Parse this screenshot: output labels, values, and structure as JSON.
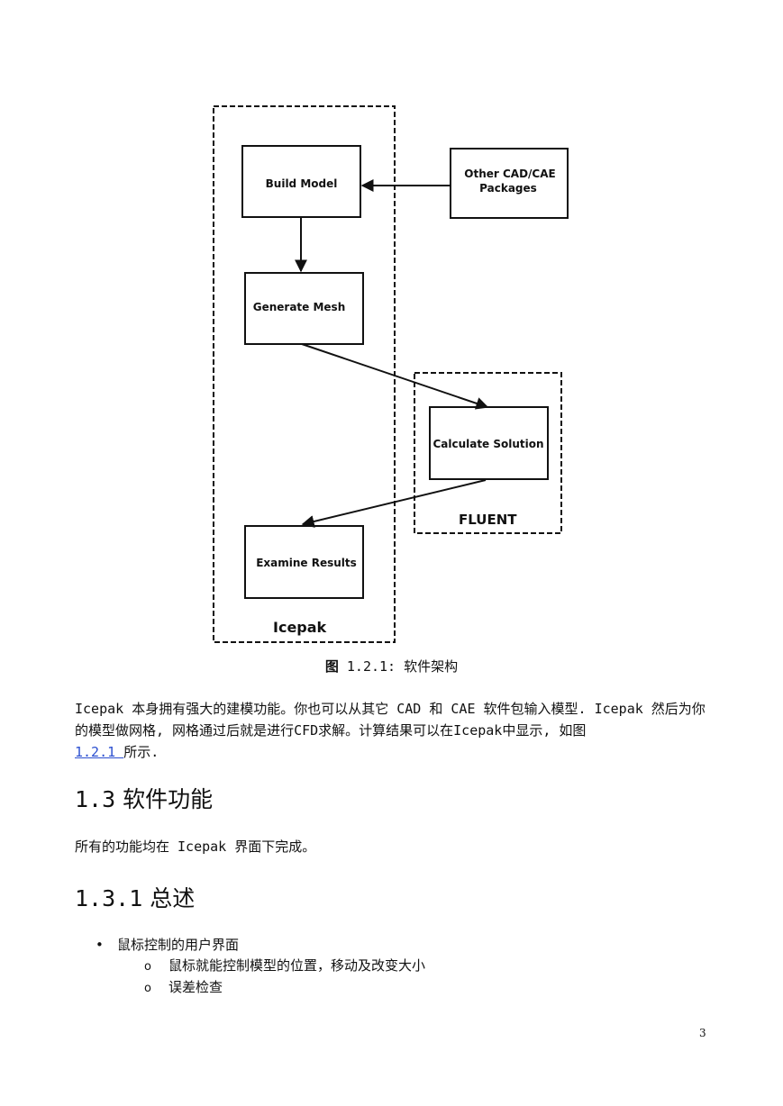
{
  "diagram": {
    "boxes": {
      "build_model": "Build Model",
      "generate_mesh": "Generate Mesh",
      "calculate_solution": "Calculate Solution",
      "examine_results": "Examine Results",
      "other_cad_line1": "Other CAD/CAE",
      "other_cad_line2": "Packages"
    },
    "groups": {
      "icepak": "Icepak",
      "fluent": "FLUENT"
    }
  },
  "caption": {
    "label": "图",
    "number": "1.2.1:",
    "title": "软件架构"
  },
  "intro": {
    "text_before_link": "Icepak 本身拥有强大的建模功能。你也可以从其它 CAD 和 CAE 软件包输入模型. Icepak 然后为你的模型做网格, 网格通过后就是进行CFD求解。计算结果可以在Icepak中显示, 如图",
    "link": "1.2.1 ",
    "text_after_link": "所示."
  },
  "section_1_3": {
    "number": "1.3",
    "title": "软件功能",
    "text": "所有的功能均在 Icepak 界面下完成。"
  },
  "section_1_3_1": {
    "number": "1.3.1",
    "title": "总述",
    "bullets": [
      {
        "text": "鼠标控制的用户界面",
        "sub": [
          "鼠标就能控制模型的位置，移动及改变大小",
          "误差检查"
        ]
      }
    ]
  },
  "page_number": "3"
}
